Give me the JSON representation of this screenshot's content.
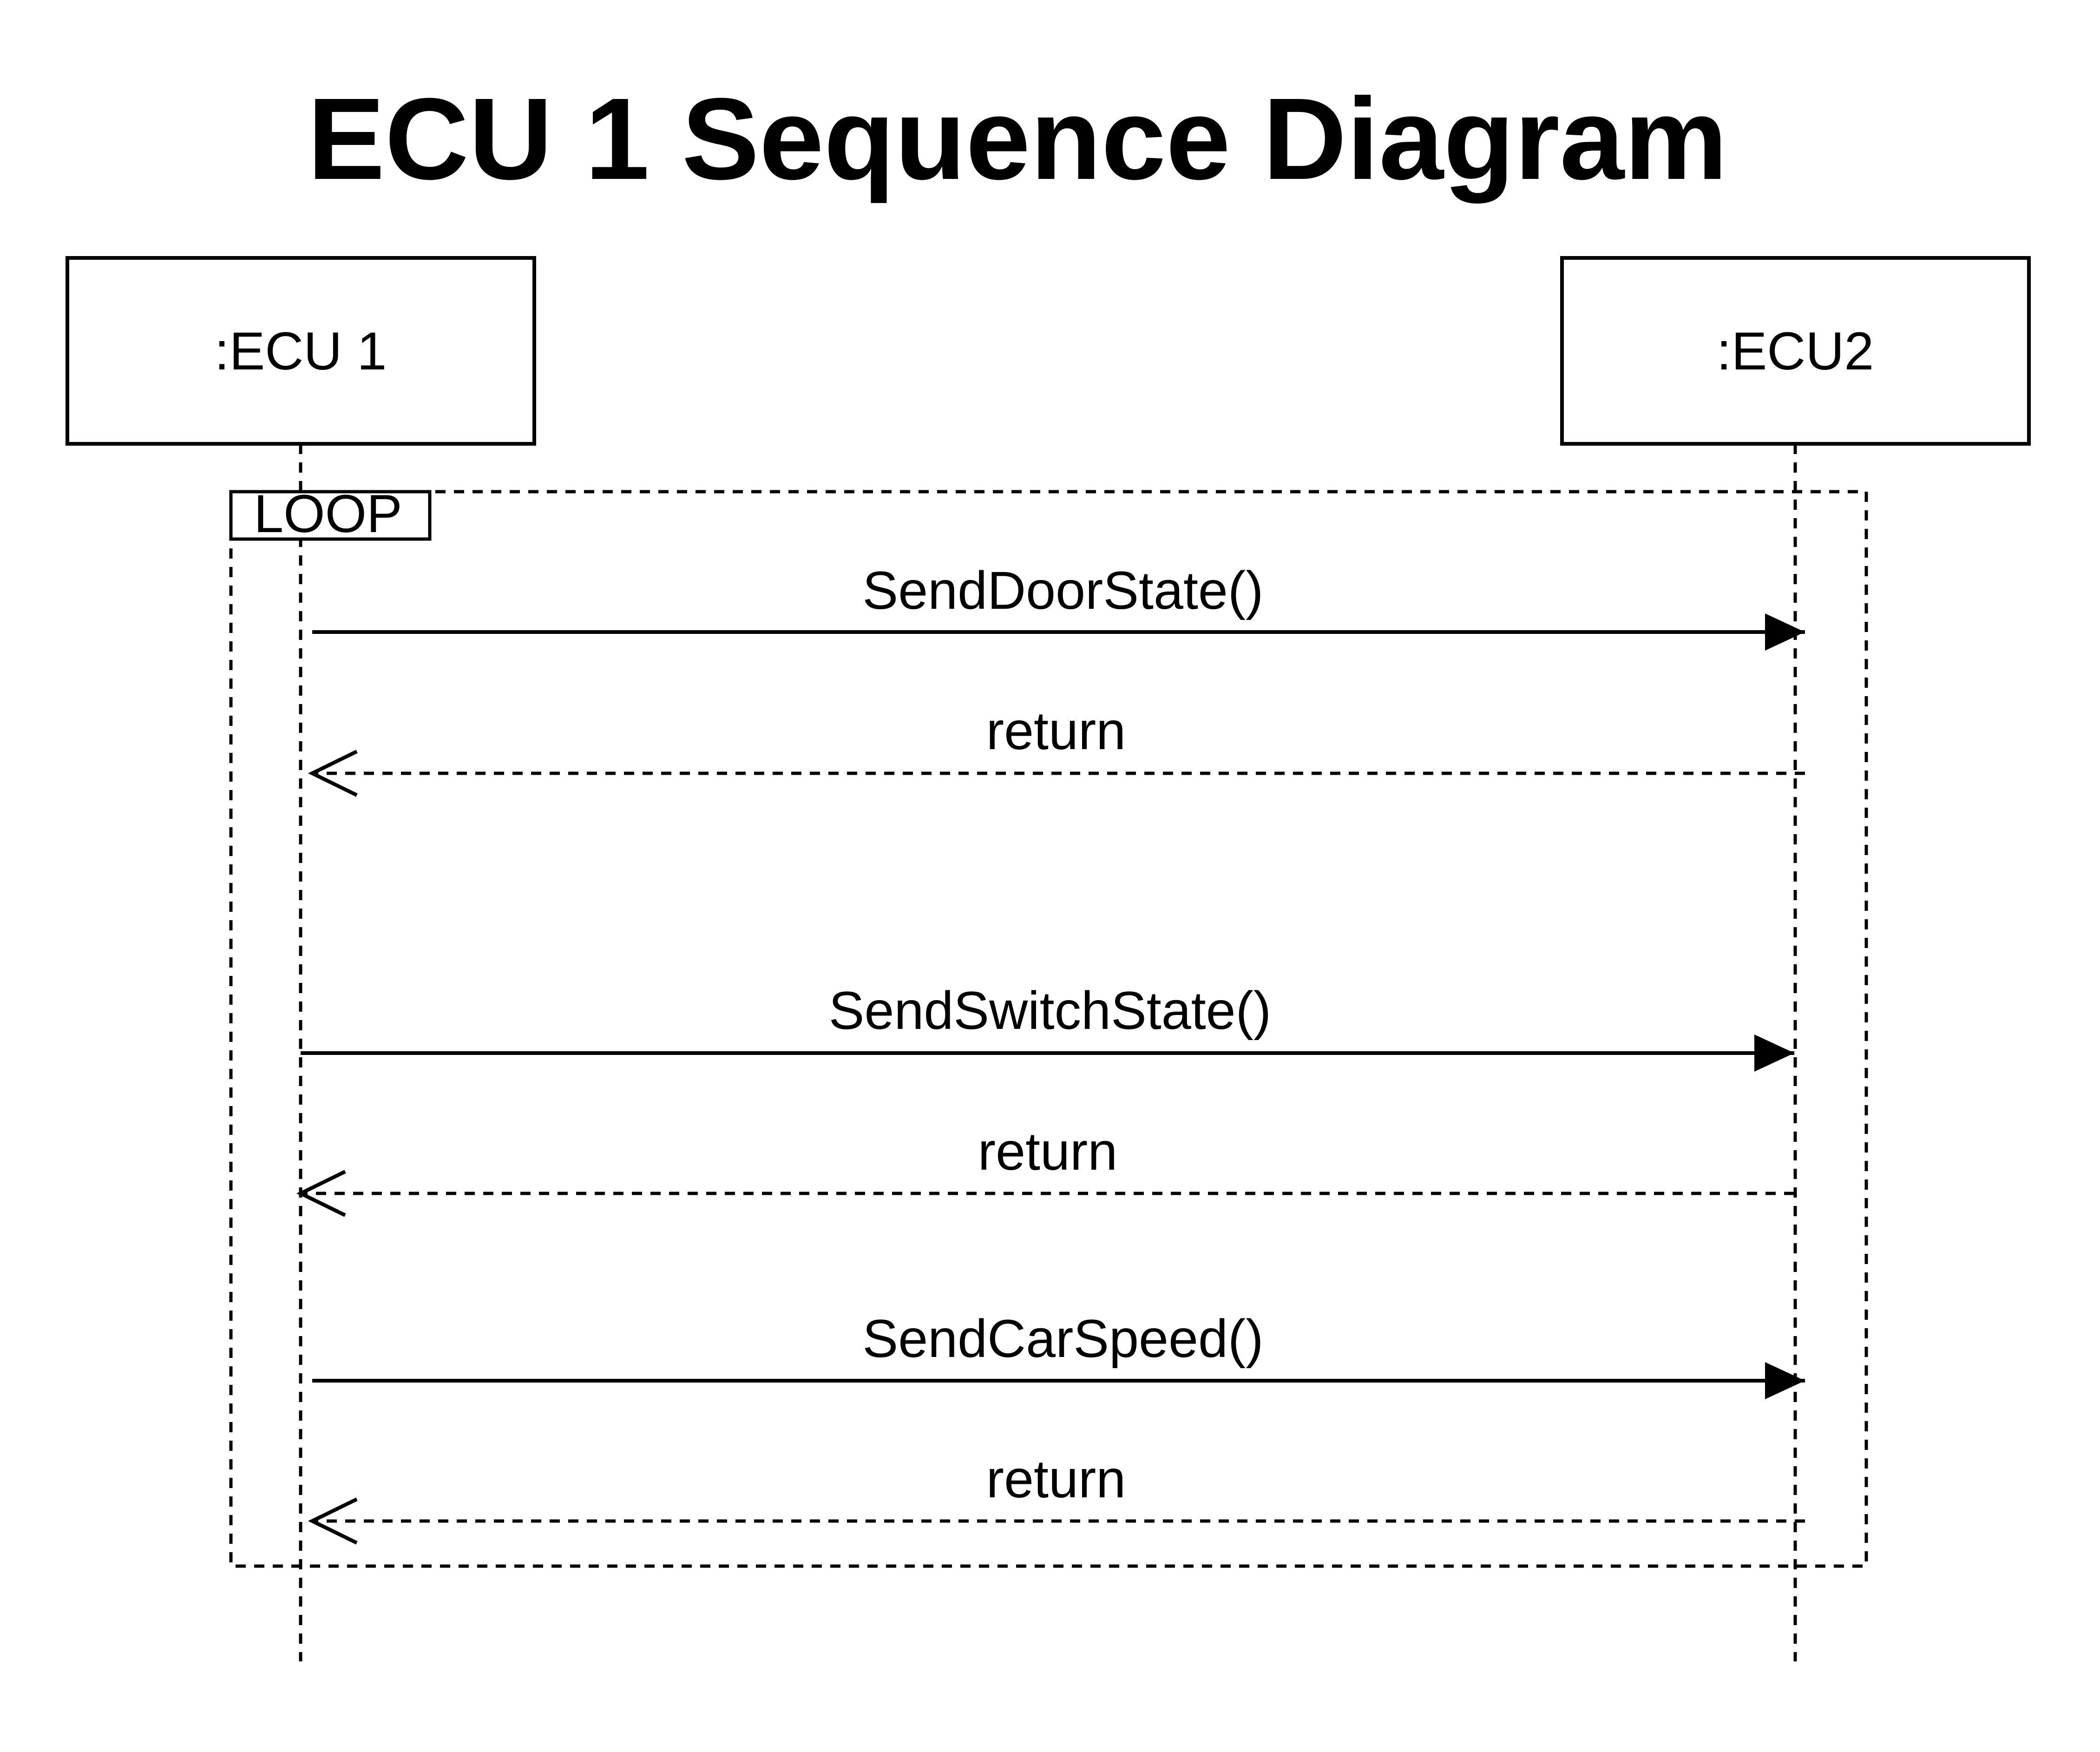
{
  "title": "ECU 1 Sequence Diagram",
  "participants": [
    {
      "name": ":ECU 1"
    },
    {
      "name": ":ECU2"
    }
  ],
  "fragment": {
    "operator": "LOOP"
  },
  "messages": [
    {
      "label": "SendDoorState()",
      "kind": "call",
      "from": ":ECU 1",
      "to": ":ECU2"
    },
    {
      "label": "return",
      "kind": "return",
      "from": ":ECU2",
      "to": ":ECU 1"
    },
    {
      "label": "SendSwitchState()",
      "kind": "call",
      "from": ":ECU 1",
      "to": ":ECU2"
    },
    {
      "label": "return",
      "kind": "return",
      "from": ":ECU2",
      "to": ":ECU 1"
    },
    {
      "label": "SendCarSpeed()",
      "kind": "call",
      "from": ":ECU 1",
      "to": ":ECU2"
    },
    {
      "label": "return",
      "kind": "return",
      "from": ":ECU2",
      "to": ":ECU 1"
    }
  ],
  "colors": {
    "line": "#000000",
    "background": "#ffffff"
  }
}
